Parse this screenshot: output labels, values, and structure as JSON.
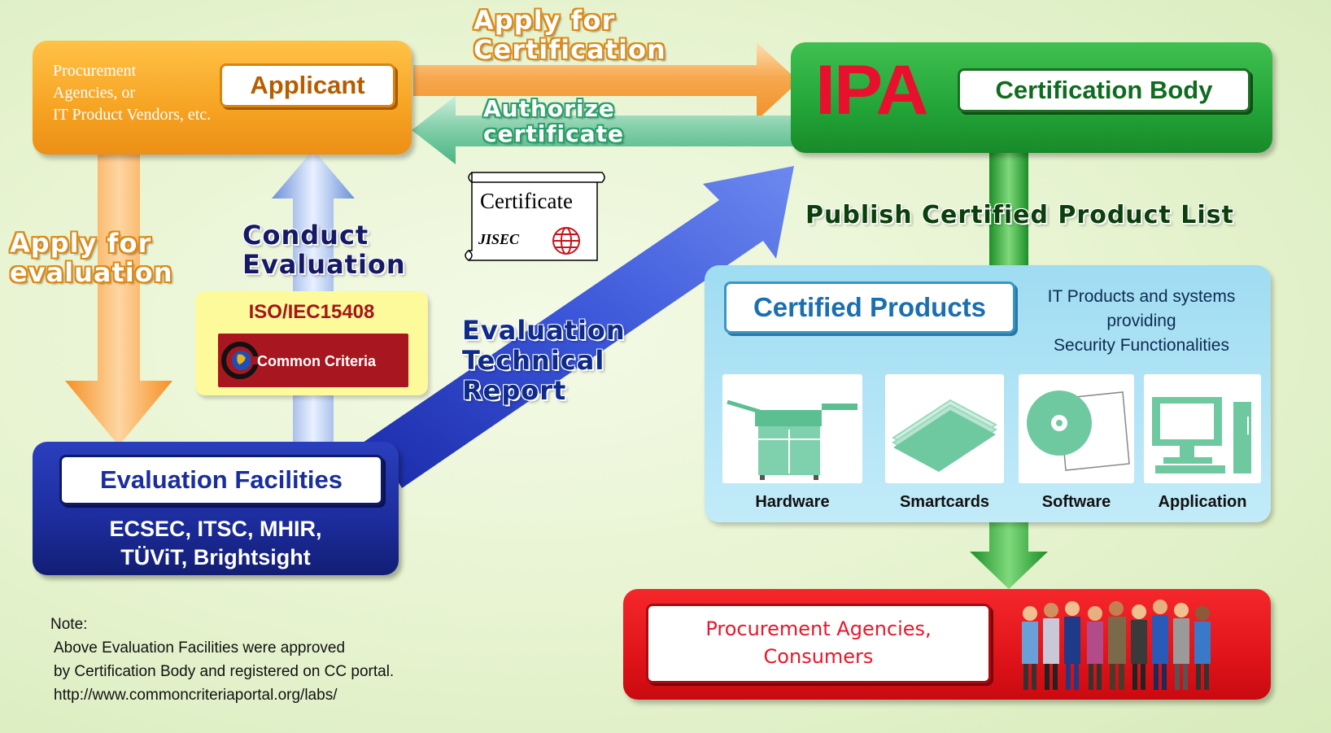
{
  "flow_labels": {
    "apply_certification": [
      "Apply for",
      "Certification"
    ],
    "authorize_certificate": [
      "Authorize",
      "certificate"
    ],
    "apply_evaluation": [
      "Apply for",
      "evaluation"
    ],
    "conduct_evaluation": [
      "Conduct",
      "Evaluation"
    ],
    "evaluation_report": [
      "Evaluation",
      "Technical",
      "Report"
    ],
    "publish_list": "Publish Certified Product List"
  },
  "applicant": {
    "description": [
      "Procurement",
      "Agencies, or",
      "IT Product Vendors, etc."
    ],
    "title": "Applicant"
  },
  "certification_body": {
    "logo_text": "IPA",
    "title": "Certification Body"
  },
  "certificate": {
    "title": "Certificate",
    "logo_left": "JISEC"
  },
  "standard": {
    "title": "ISO/IEC15408",
    "logo_text": "Common Criteria"
  },
  "evaluation_facilities": {
    "title": "Evaluation Facilities",
    "labs": [
      "ECSEC, ITSC, MHIR,",
      "TÜViT, Brightsight"
    ]
  },
  "certified_products": {
    "title": "Certified Products",
    "description": [
      "IT Products and systems",
      "providing",
      "Security Functionalities"
    ],
    "categories": [
      {
        "label": "Hardware",
        "icon": "multifunction-printer-icon"
      },
      {
        "label": "Smartcards",
        "icon": "smartcards-icon"
      },
      {
        "label": "Software",
        "icon": "cd-disc-icon"
      },
      {
        "label": "Application",
        "icon": "desktop-computer-icon"
      }
    ]
  },
  "consumers": {
    "title": [
      "Procurement Agencies,",
      "Consumers"
    ],
    "icon": "people-group-icon"
  },
  "note": {
    "heading": "Note:",
    "lines": [
      "Above Evaluation Facilities were approved",
      "by Certification Body and registered on CC portal.",
      "http://www.commoncriteriaportal.org/labs/"
    ]
  },
  "colors": {
    "applicant": "#f6a322",
    "certification_body": "#22a437",
    "evaluation": "#1c2c9c",
    "products": "#9fdcf2",
    "consumers": "#e0141a",
    "standard": "#fcfa9a"
  }
}
